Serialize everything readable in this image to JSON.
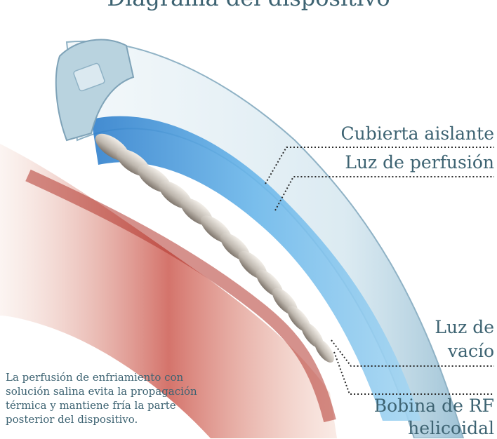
{
  "title": "Diagrama del dispositivo",
  "labels": {
    "insulating_cover": "Cubierta aislante",
    "perfusion_lumen": "Luz de perfusión",
    "vacuum_lumen_line1": "Luz de",
    "vacuum_lumen_line2": "vacío",
    "rf_coil_line1": "Bobina de RF",
    "rf_coil_line2": "helicoidal"
  },
  "caption": {
    "line1": "La perfusión de enfriamiento con",
    "line2": "solución salina evita la propagación",
    "line3": "térmica y mantiene fría la parte",
    "line4": "posterior del dispositivo."
  },
  "colors": {
    "text": "#3d6372",
    "tissue": "#c0392b",
    "saline": "#4da3dc",
    "metal": "#c9c4bd",
    "leader": "#2a2a2a"
  },
  "icons": [
    "device-illustration"
  ]
}
